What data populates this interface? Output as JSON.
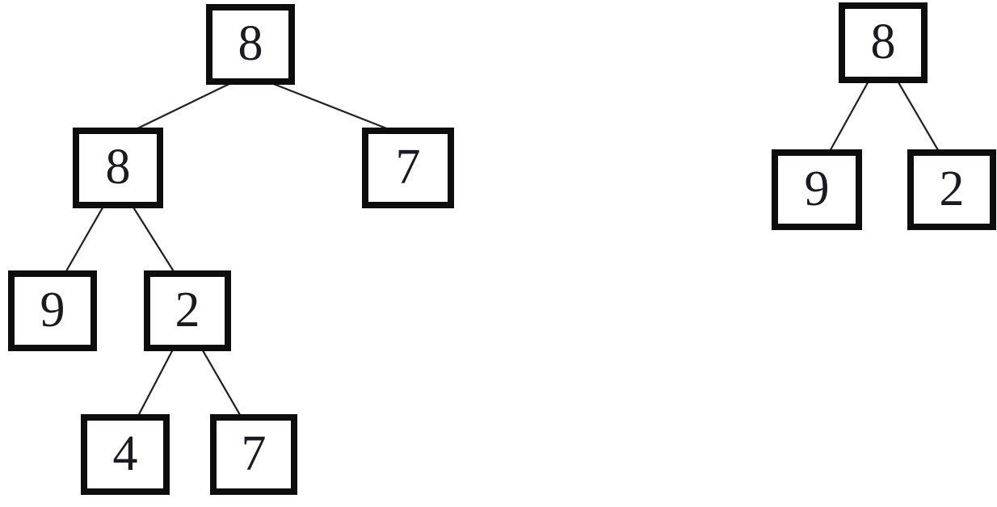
{
  "figure": {
    "description": "Two binary trees with numbered square nodes",
    "node_border_color": "#0d0d0d",
    "node_fill_color": "#ffffff",
    "edge_color": "#222222",
    "trees": [
      {
        "name": "left-tree",
        "root_value": "8",
        "nodes": [
          {
            "id": "t1-root-8",
            "value": "8"
          },
          {
            "id": "t1-left-8",
            "value": "8"
          },
          {
            "id": "t1-right-7",
            "value": "7"
          },
          {
            "id": "t1-node-9",
            "value": "9"
          },
          {
            "id": "t1-node-2",
            "value": "2"
          },
          {
            "id": "t1-node-4",
            "value": "4"
          },
          {
            "id": "t1-node-7b",
            "value": "7"
          }
        ],
        "edges": [
          {
            "from": "t1-root-8",
            "to": "t1-left-8"
          },
          {
            "from": "t1-root-8",
            "to": "t1-right-7"
          },
          {
            "from": "t1-left-8",
            "to": "t1-node-9"
          },
          {
            "from": "t1-left-8",
            "to": "t1-node-2"
          },
          {
            "from": "t1-node-2",
            "to": "t1-node-4"
          },
          {
            "from": "t1-node-2",
            "to": "t1-node-7b"
          }
        ]
      },
      {
        "name": "right-tree",
        "root_value": "8",
        "nodes": [
          {
            "id": "t2-root-8",
            "value": "8"
          },
          {
            "id": "t2-node-9",
            "value": "9"
          },
          {
            "id": "t2-node-2",
            "value": "2"
          }
        ],
        "edges": [
          {
            "from": "t2-root-8",
            "to": "t2-node-9"
          },
          {
            "from": "t2-root-8",
            "to": "t2-node-2"
          }
        ]
      }
    ]
  }
}
